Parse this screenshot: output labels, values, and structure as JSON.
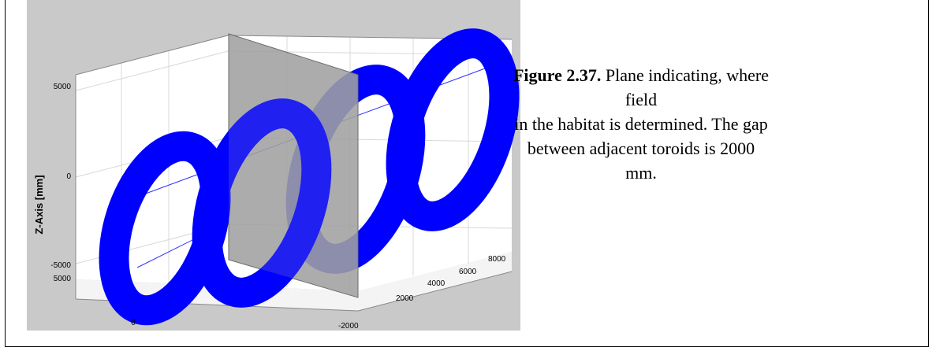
{
  "figure": {
    "caption_label": "Figure 2.37.",
    "caption_line1": "Plane indicating, where field",
    "caption_line2": "in the habitat is determined. The gap",
    "caption_line3": "between adjacent toroids is 2000 mm.",
    "toroid_color": "#0000ff",
    "plane_color": "#9c9c9c",
    "background_color": "#c9c9c9"
  },
  "chart_data": {
    "type": "3d-surface",
    "zlabel": "Z-Axis [mm]",
    "z_ticks": [
      "5000",
      "0",
      "-5000"
    ],
    "y_ticks": [
      "5000",
      "0"
    ],
    "x_ticks": [
      "8000",
      "6000",
      "4000",
      "2000",
      "-2000"
    ],
    "toroid_count": 4,
    "gap_mm": 2000
  }
}
